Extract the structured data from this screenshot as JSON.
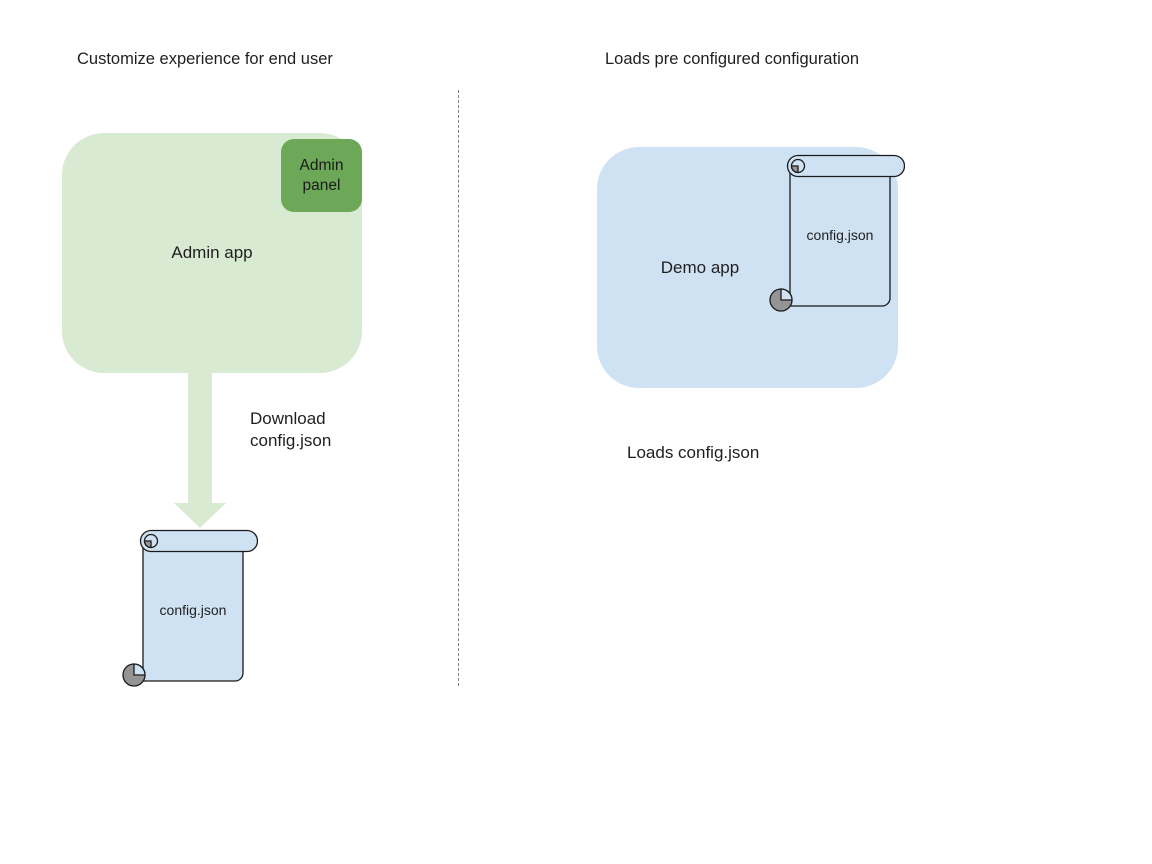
{
  "colors": {
    "canvas-bg": "#ffffff",
    "light-green": "#d9ead3",
    "green": "#6ca858",
    "light-blue": "#cfe2f3",
    "stroke": "#1a1a1a",
    "curl-gray": "#949494",
    "text": "#1f1f1f",
    "divider": "#7f7f7f"
  },
  "left_panel": {
    "title": "Customize experience for end user",
    "admin_app_label": "Admin app",
    "admin_panel_label": "Admin panel",
    "download_line1": "Download",
    "download_line2": "config.json",
    "config_file_label": "config.json"
  },
  "right_panel": {
    "title": "Loads pre configured configuration",
    "demo_app_label": "Demo app",
    "config_file_label": "config.json",
    "caption": "Loads config.json"
  }
}
